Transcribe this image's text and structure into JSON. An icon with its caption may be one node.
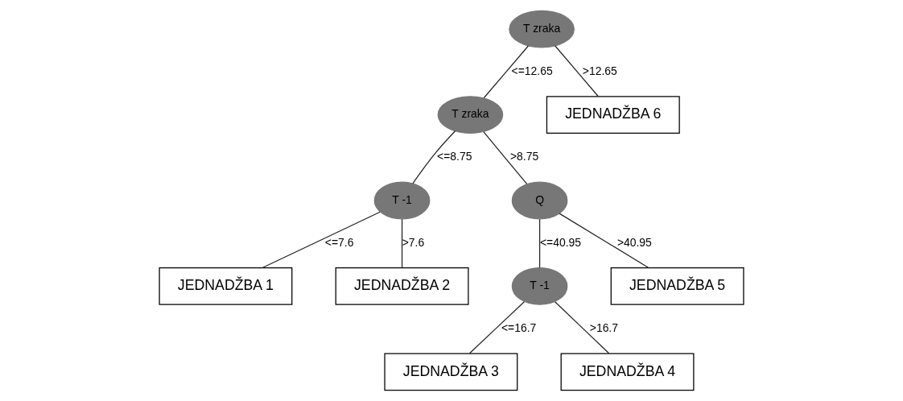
{
  "diagram": {
    "nodes": [
      {
        "text": [
          "T zraka"
        ]
      },
      {
        "text": [
          "T zraka"
        ]
      },
      {
        "text": [
          "JEDNADŽBA 6"
        ]
      },
      {
        "text": [
          "T -1"
        ]
      },
      {
        "text": [
          "Q"
        ]
      },
      {
        "text": [
          "JEDNADŽBA 1"
        ]
      },
      {
        "text": [
          "JEDNADŽBA 2"
        ]
      },
      {
        "text": [
          "T -1"
        ]
      },
      {
        "text": [
          "JEDNADŽBA 5"
        ]
      },
      {
        "text": [
          "JEDNADŽBA 3"
        ]
      },
      {
        "text": [
          "JEDNADŽBA 4"
        ]
      }
    ],
    "edges": [
      {
        "from": 0,
        "to": 1,
        "arrow": "none",
        "label": "<=12.65"
      },
      {
        "from": 0,
        "to": 2,
        "arrow": "none",
        "label": ">12.65"
      },
      {
        "from": 1,
        "to": 3,
        "arrow": "none",
        "label": "<=8.75"
      },
      {
        "from": 1,
        "to": 4,
        "arrow": "none",
        "label": ">8.75"
      },
      {
        "from": 3,
        "to": 5,
        "arrow": "none",
        "label": "<=7.6"
      },
      {
        "from": 3,
        "to": 6,
        "arrow": "none",
        "label": ">7.6"
      },
      {
        "from": 4,
        "to": 7,
        "arrow": "none",
        "label": "<=40.95"
      },
      {
        "from": 4,
        "to": 8,
        "arrow": "none",
        "label": ">40.95"
      },
      {
        "from": 7,
        "to": 9,
        "arrow": "none",
        "label": "<=16.7"
      },
      {
        "from": 7,
        "to": 10,
        "arrow": "none",
        "label": ">16.7"
      }
    ]
  }
}
